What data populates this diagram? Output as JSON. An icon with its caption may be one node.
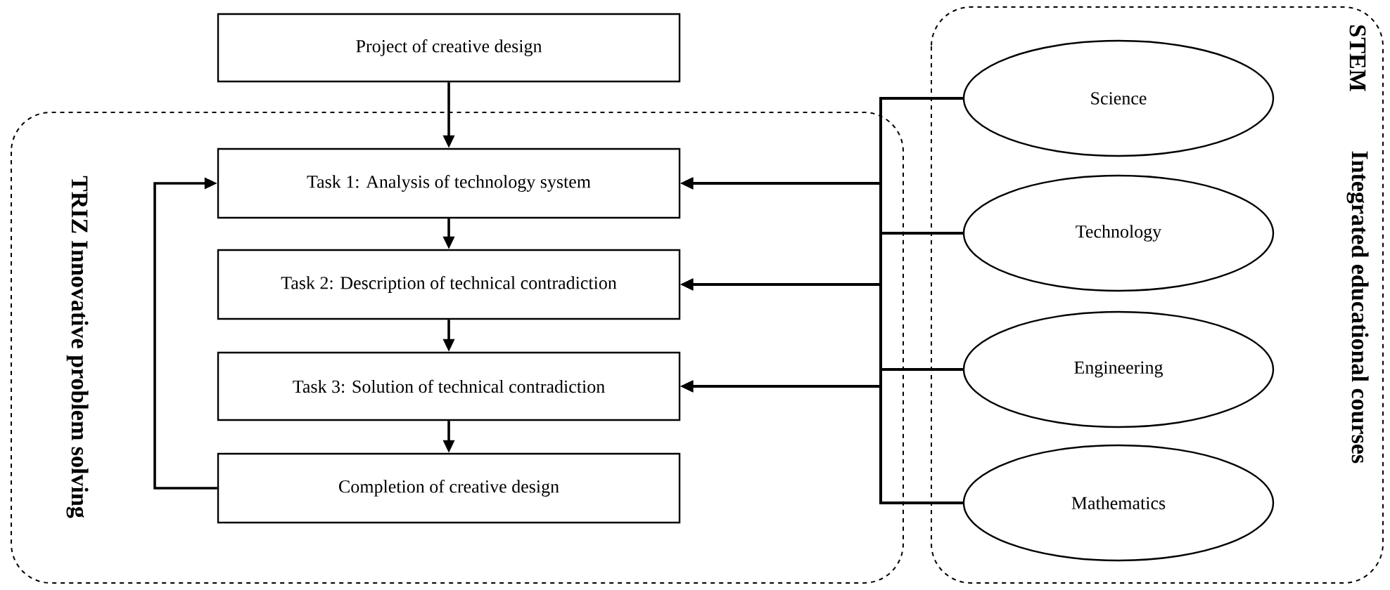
{
  "diagram": {
    "nodes": [
      {
        "text": [
          "Project of creative design"
        ]
      },
      {
        "text": [
          "TRIZ Innovative problem solving"
        ]
      },
      {
        "text": [
          "Task 1: Analysis of technology system"
        ],
        "in": 1
      },
      {
        "text": [
          "Task 2: Description of technical contradiction"
        ],
        "in": 1
      },
      {
        "text": [
          "Task 3: Solution of technical contradiction"
        ],
        "in": 1
      },
      {
        "text": [
          "Completion of creative design"
        ],
        "in": 1
      },
      {
        "text": [
          "STEM",
          "Integrated educational courses"
        ]
      },
      {
        "text": [
          "Science"
        ],
        "in": 6
      },
      {
        "text": [
          "Technology"
        ],
        "in": 6
      },
      {
        "text": [
          "Engineering"
        ],
        "in": 6
      },
      {
        "text": [
          "Mathematics"
        ],
        "in": 6
      }
    ],
    "edges": [
      {
        "from": 0,
        "to": 2,
        "arrow": "to"
      },
      {
        "from": 2,
        "to": 3,
        "arrow": "to"
      },
      {
        "from": 3,
        "to": 4,
        "arrow": "to"
      },
      {
        "from": 4,
        "to": 5,
        "arrow": "to"
      },
      {
        "from": 5,
        "to": 2,
        "arrow": "to"
      },
      {
        "from": 7,
        "to": 2,
        "arrow": "to"
      },
      {
        "from": 7,
        "to": 3,
        "arrow": "to"
      },
      {
        "from": 7,
        "to": 4,
        "arrow": "to"
      },
      {
        "from": 8,
        "to": 2,
        "arrow": "to"
      },
      {
        "from": 8,
        "to": 3,
        "arrow": "to"
      },
      {
        "from": 8,
        "to": 4,
        "arrow": "to"
      },
      {
        "from": 9,
        "to": 2,
        "arrow": "to"
      },
      {
        "from": 9,
        "to": 3,
        "arrow": "to"
      },
      {
        "from": 9,
        "to": 4,
        "arrow": "to"
      },
      {
        "from": 10,
        "to": 2,
        "arrow": "to"
      },
      {
        "from": 10,
        "to": 3,
        "arrow": "to"
      },
      {
        "from": 10,
        "to": 4,
        "arrow": "to"
      }
    ]
  }
}
